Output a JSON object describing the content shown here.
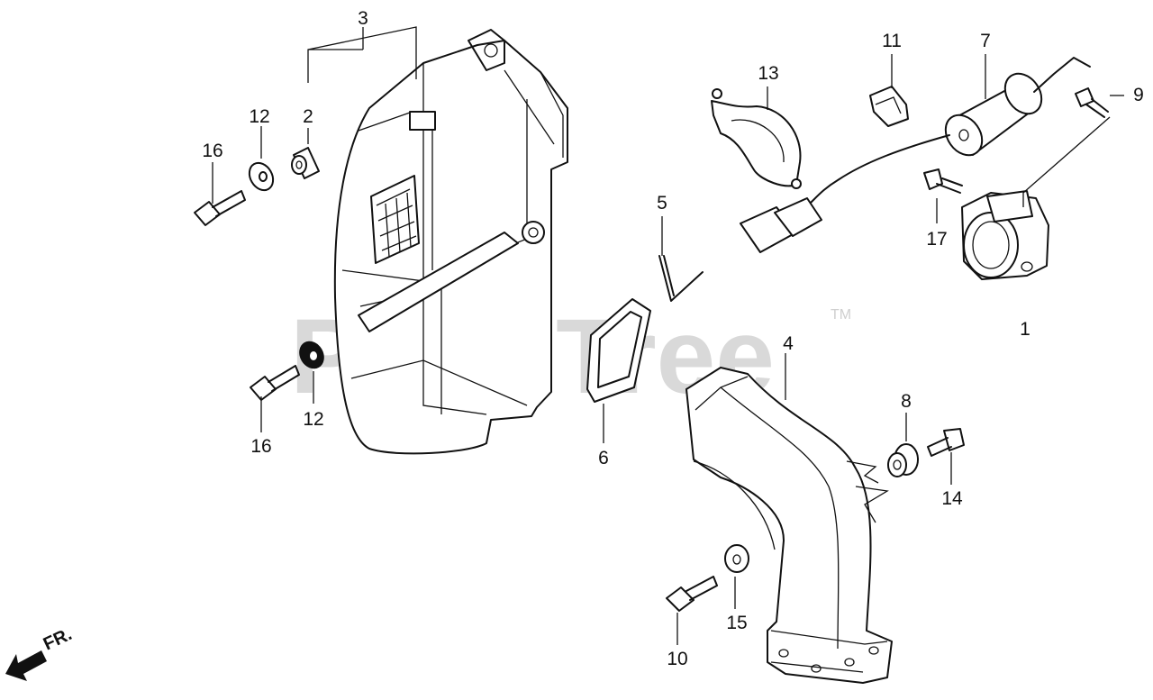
{
  "watermark": {
    "text": "PartsTree",
    "trademark": "TM"
  },
  "direction": {
    "text": "FR."
  },
  "callouts": {
    "c1": "1",
    "c2": "2",
    "c3": "3",
    "c4": "4",
    "c5": "5",
    "c6": "6",
    "c7": "7",
    "c8": "8",
    "c9": "9",
    "c10": "10",
    "c11": "11",
    "c12a": "12",
    "c12b": "12",
    "c13": "13",
    "c14": "14",
    "c15": "15",
    "c16a": "16",
    "c16b": "16",
    "c17": "17"
  }
}
